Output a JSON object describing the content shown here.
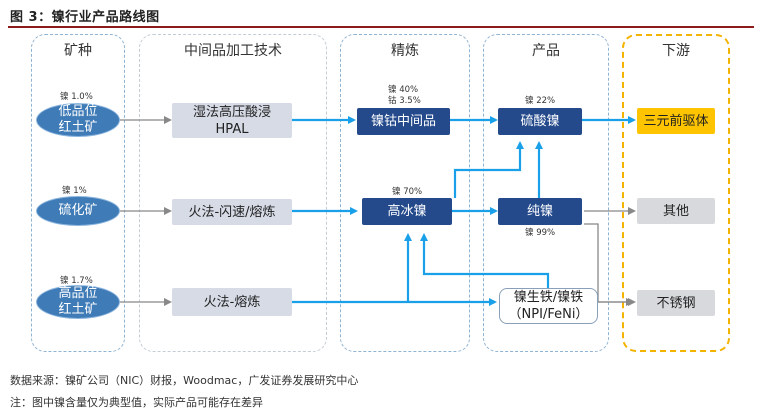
{
  "figure": {
    "title": "图 3：镍行业产品路线图"
  },
  "columns": {
    "ore": "矿种",
    "intermediate": "中间品加工技术",
    "refining": "精炼",
    "products": "产品",
    "downstream": "下游"
  },
  "ores": [
    {
      "grade": "镍 1.0%",
      "line1": "低品位",
      "line2": "红土矿"
    },
    {
      "grade": "镍 1%",
      "line1": "硫化矿",
      "line2": ""
    },
    {
      "grade": "镍 1.7%",
      "line1": "高品位",
      "line2": "红土矿"
    }
  ],
  "intermediate": {
    "hpal_line1": "湿法高压酸浸",
    "hpal_line2": "HPAL",
    "flash": "火法-闪速/熔炼",
    "smelt": "火法-熔炼"
  },
  "refining": {
    "nico": "镍钴中间品",
    "nico_note1": "镍 40%",
    "nico_note2": "钴 3.5%",
    "matte": "高冰镍",
    "matte_note": "镍 70%"
  },
  "products": {
    "sulfate": "硫酸镍",
    "sulfate_note": "镍 22%",
    "pure": "纯镍",
    "pure_note": "镍 99%",
    "npi_line1": "镍生铁/镍铁",
    "npi_line2": "（NPI/FeNi）"
  },
  "downstream": {
    "precursor": "三元前驱体",
    "other": "其他",
    "stainless": "不锈钢"
  },
  "footer": {
    "source": "数据来源：镍矿公司（NIC）财报，Woodmac，广发证券发展研究中心",
    "note": "注：图中镍含量仅为典型值，实际产品可能存在差异"
  },
  "colors": {
    "accent_blue": "#1aa0e8",
    "gray_arrow": "#888888",
    "navy": "#244a8c",
    "gold": "#ffc400"
  }
}
